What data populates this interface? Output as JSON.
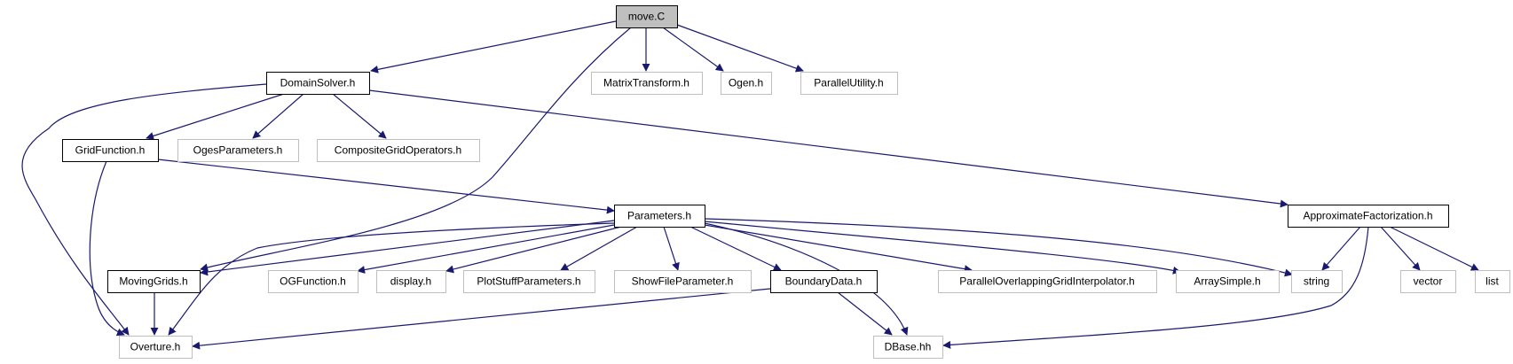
{
  "colors": {
    "edge": "#191970",
    "root_fill": "#bfbfbf",
    "documented_border": "#000000",
    "external_border": "#bfbfbf",
    "node_fill": "#ffffff"
  },
  "nodes": [
    {
      "id": "move_c",
      "label": "move.C",
      "kind": "root"
    },
    {
      "id": "domainsolver_h",
      "label": "DomainSolver.h",
      "kind": "documented"
    },
    {
      "id": "matrixtransform_h",
      "label": "MatrixTransform.h",
      "kind": "external"
    },
    {
      "id": "ogen_h",
      "label": "Ogen.h",
      "kind": "external"
    },
    {
      "id": "parallelutility_h",
      "label": "ParallelUtility.h",
      "kind": "external"
    },
    {
      "id": "gridfunction_h",
      "label": "GridFunction.h",
      "kind": "documented"
    },
    {
      "id": "ogesparameters_h",
      "label": "OgesParameters.h",
      "kind": "external"
    },
    {
      "id": "compositegridoperators_h",
      "label": "CompositeGridOperators.h",
      "kind": "external"
    },
    {
      "id": "parameters_h",
      "label": "Parameters.h",
      "kind": "documented"
    },
    {
      "id": "approximatefactorization_h",
      "label": "ApproximateFactorization.h",
      "kind": "documented"
    },
    {
      "id": "movinggrids_h",
      "label": "MovingGrids.h",
      "kind": "documented"
    },
    {
      "id": "ogfunction_h",
      "label": "OGFunction.h",
      "kind": "external"
    },
    {
      "id": "display_h",
      "label": "display.h",
      "kind": "external"
    },
    {
      "id": "plotstuffparameters_h",
      "label": "PlotStuffParameters.h",
      "kind": "external"
    },
    {
      "id": "showfileparameter_h",
      "label": "ShowFileParameter.h",
      "kind": "external"
    },
    {
      "id": "boundarydata_h",
      "label": "BoundaryData.h",
      "kind": "documented"
    },
    {
      "id": "paralleloverlappinggridinterpolator_h",
      "label": "ParallelOverlappingGridInterpolator.h",
      "kind": "external"
    },
    {
      "id": "arraysimple_h",
      "label": "ArraySimple.h",
      "kind": "external"
    },
    {
      "id": "string",
      "label": "string",
      "kind": "external"
    },
    {
      "id": "vector",
      "label": "vector",
      "kind": "external"
    },
    {
      "id": "list",
      "label": "list",
      "kind": "external"
    },
    {
      "id": "overture_h",
      "label": "Overture.h",
      "kind": "external"
    },
    {
      "id": "dbase_hh",
      "label": "DBase.hh",
      "kind": "external"
    }
  ],
  "edges": [
    {
      "from": "move_c",
      "to": "domainsolver_h"
    },
    {
      "from": "move_c",
      "to": "matrixtransform_h"
    },
    {
      "from": "move_c",
      "to": "ogen_h"
    },
    {
      "from": "move_c",
      "to": "parallelutility_h"
    },
    {
      "from": "move_c",
      "to": "movinggrids_h"
    },
    {
      "from": "domainsolver_h",
      "to": "gridfunction_h"
    },
    {
      "from": "domainsolver_h",
      "to": "ogesparameters_h"
    },
    {
      "from": "domainsolver_h",
      "to": "compositegridoperators_h"
    },
    {
      "from": "domainsolver_h",
      "to": "approximatefactorization_h"
    },
    {
      "from": "domainsolver_h",
      "to": "overture_h"
    },
    {
      "from": "gridfunction_h",
      "to": "parameters_h"
    },
    {
      "from": "gridfunction_h",
      "to": "overture_h"
    },
    {
      "from": "parameters_h",
      "to": "movinggrids_h"
    },
    {
      "from": "parameters_h",
      "to": "overture_h"
    },
    {
      "from": "parameters_h",
      "to": "ogfunction_h"
    },
    {
      "from": "parameters_h",
      "to": "display_h"
    },
    {
      "from": "parameters_h",
      "to": "plotstuffparameters_h"
    },
    {
      "from": "parameters_h",
      "to": "showfileparameter_h"
    },
    {
      "from": "parameters_h",
      "to": "boundarydata_h"
    },
    {
      "from": "parameters_h",
      "to": "dbase_hh"
    },
    {
      "from": "parameters_h",
      "to": "paralleloverlappinggridinterpolator_h"
    },
    {
      "from": "parameters_h",
      "to": "arraysimple_h"
    },
    {
      "from": "parameters_h",
      "to": "string"
    },
    {
      "from": "approximatefactorization_h",
      "to": "string"
    },
    {
      "from": "approximatefactorization_h",
      "to": "dbase_hh"
    },
    {
      "from": "approximatefactorization_h",
      "to": "vector"
    },
    {
      "from": "approximatefactorization_h",
      "to": "list"
    },
    {
      "from": "movinggrids_h",
      "to": "overture_h"
    },
    {
      "from": "boundarydata_h",
      "to": "overture_h"
    },
    {
      "from": "boundarydata_h",
      "to": "dbase_hh"
    }
  ]
}
